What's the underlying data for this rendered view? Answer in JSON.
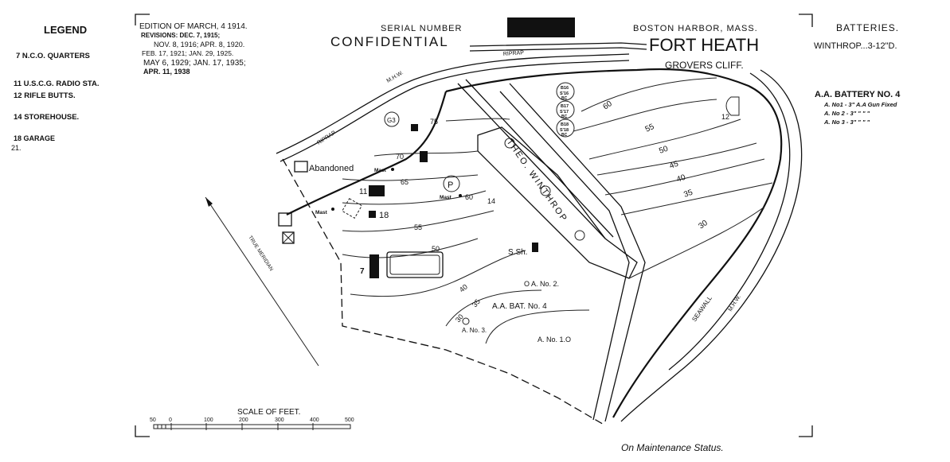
{
  "legend": {
    "title": "LEGEND",
    "items": [
      "7 N.C.O. QUARTERS",
      "11 U.S.C.G. RADIO STA.",
      "12 RIFLE BUTTS.",
      "14 STOREHOUSE.",
      "18 GARAGE",
      "21."
    ]
  },
  "edition": {
    "line1": "EDITION OF MARCH, 4 1914.",
    "line2": "REVISIONS: DEC. 7, 1915;",
    "line3": "NOV. 8, 1916; APR. 8, 1920.",
    "line4": "FEB. 17, 1921; JAN. 29, 1925.",
    "line5": "MAY 6, 1929; JAN. 17, 1935;",
    "line6": "APR. 11, 1938"
  },
  "header": {
    "serial_label": "SERIAL NUMBER",
    "classification": "CONFIDENTIAL",
    "location": "BOSTON HARBOR, MASS.",
    "fort_name": "FORT HEATH",
    "subtitle": "GROVERS CLIFF."
  },
  "batteries": {
    "title": "BATTERIES.",
    "line1": "WINTHROP...3-12\"D.",
    "aa_title": "A.A. BATTERY NO. 4",
    "aa_lines": [
      "A. No1 - 3\" A.A Gun Fixed",
      "A. No 2 - 3\"  \"   \"   \"",
      "A. No 3 - 3\"  \"   \"   \""
    ]
  },
  "map": {
    "riprap_top": "RIPRAP",
    "riprap_left": "RIPRAP",
    "mhw_top": "M.H.W.",
    "mhw_right": "M.H.W.",
    "seawall": "SEAWALL",
    "true_meridian": "TRUE MERIDIAN",
    "battery_label": "THEO. WINTHROP",
    "abandoned": "Abandoned",
    "mast": "Mast",
    "g3": "G3",
    "p": "P",
    "bldg_7": "7",
    "bldg_11": "11",
    "bldg_12": "12",
    "bldg_14": "14",
    "bldg_18": "18",
    "ssh": "S.Sh.",
    "aa_bat": "A.A. BAT. No. 4",
    "aa_no1": "A. No. 1.O",
    "aa_no2": "O A. No. 2.",
    "aa_no3": "A. No. 3.",
    "stations": [
      {
        "b": "B16",
        "s": "S'16",
        "bc": "BC"
      },
      {
        "b": "B17",
        "s": "S'17",
        "bc": "BC"
      },
      {
        "b": "B18",
        "s": "S'18",
        "bc": "BC"
      }
    ],
    "contours": [
      "75",
      "70",
      "65",
      "60",
      "55",
      "50",
      "45",
      "40",
      "35",
      "30"
    ]
  },
  "scale": {
    "title": "SCALE OF FEET.",
    "ticks": [
      "50",
      "0",
      "100",
      "200",
      "300",
      "400",
      "500"
    ]
  },
  "status": "On Maintenance Status."
}
